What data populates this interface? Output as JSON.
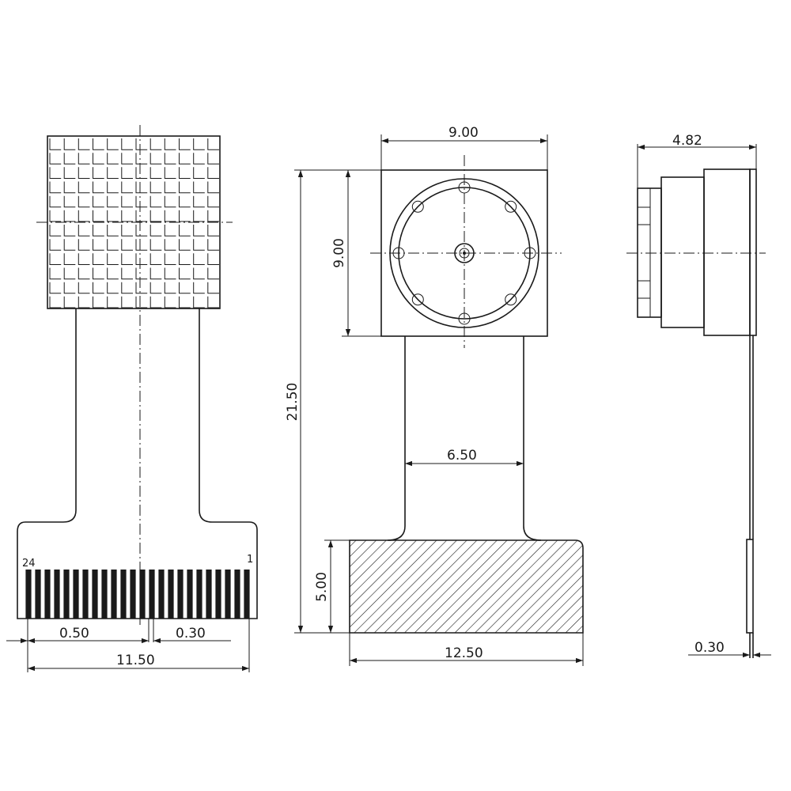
{
  "dimensions": {
    "module_width": "9.00",
    "module_height": "9.00",
    "total_length": "21.50",
    "flex_width": "6.50",
    "connector_height": "5.00",
    "connector_width": "12.50",
    "module_depth": "4.82",
    "flex_thickness": "0.30",
    "pin_pitch": "0.50",
    "pin_width": "0.30",
    "connector_span": "11.50"
  },
  "pins": {
    "first_label": "24",
    "last_label": "1",
    "count": 24
  },
  "colors": {
    "ink": "#1a1a1a",
    "background": "#ffffff"
  }
}
